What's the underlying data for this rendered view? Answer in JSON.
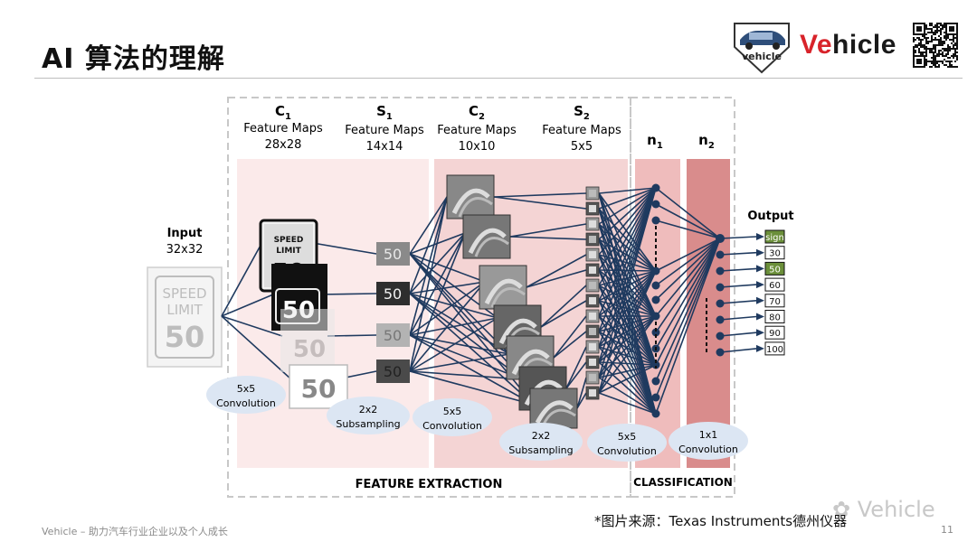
{
  "slide": {
    "title": "AI 算法的理解",
    "footer": "Vehicle – 助力汽车行业企业以及个人成长",
    "source": "*图片来源：Texas Instruments德州仪器",
    "watermark": "Vehicle",
    "page_number": "11"
  },
  "logo": {
    "brand": "Vehicle",
    "car_caption": "vehicle"
  },
  "diagram": {
    "input_title": "Input",
    "input_size": "32x32",
    "sign_text": [
      "SPEED",
      "LIMIT",
      "50"
    ],
    "stages": [
      {
        "main": "C",
        "sub": "1",
        "line1": "Feature Maps",
        "line2": "28x28"
      },
      {
        "main": "S",
        "sub": "1",
        "line1": "Feature Maps",
        "line2": "14x14"
      },
      {
        "main": "C",
        "sub": "2",
        "line1": "Feature Maps",
        "line2": "10x10"
      },
      {
        "main": "S",
        "sub": "2",
        "line1": "Feature Maps",
        "line2": "5x5"
      },
      {
        "main": "n",
        "sub": "1",
        "line1": "",
        "line2": ""
      },
      {
        "main": "n",
        "sub": "2",
        "line1": "",
        "line2": ""
      }
    ],
    "ops": [
      {
        "line1": "5x5",
        "line2": "Convolution"
      },
      {
        "line1": "2x2",
        "line2": "Subsampling"
      },
      {
        "line1": "5x5",
        "line2": "Convolution"
      },
      {
        "line1": "2x2",
        "line2": "Subsampling"
      },
      {
        "line1": "5x5",
        "line2": "Convolution"
      },
      {
        "line1": "1x1",
        "line2": "Convolution"
      }
    ],
    "s1_label": "50",
    "output_title": "Output",
    "outputs": [
      "sign",
      "30",
      "50",
      "60",
      "70",
      "80",
      "90",
      "100"
    ],
    "highlight_outputs": [
      "sign",
      "50"
    ],
    "section_feature": "FEATURE EXTRACTION",
    "section_class": "CLASSIFICATION"
  }
}
